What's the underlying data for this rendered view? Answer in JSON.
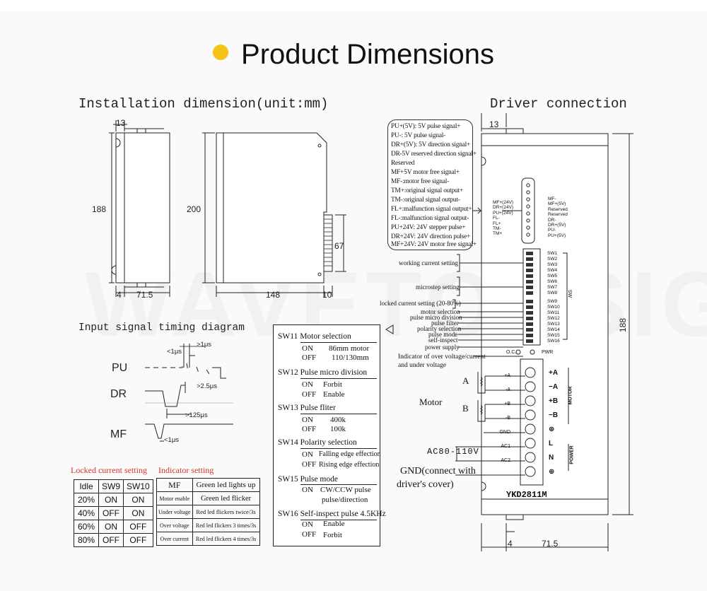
{
  "header": {
    "title": "Product Dimensions",
    "accent": "#f5c218"
  },
  "watermark": "WAVETOPSIGN",
  "sections": {
    "installation": "Installation dimension(unit:mm)",
    "driver": "Driver connection",
    "timing": "Input signal timing diagram"
  },
  "install_dims": {
    "d13": "13",
    "d188": "188",
    "d4": "4",
    "d71_5": "71.5",
    "d200": "200",
    "d148": "148",
    "d10": "10",
    "d67": "67"
  },
  "timing": {
    "pu": "PU",
    "dr": "DR",
    "mf": "MF",
    "t1": "<1μs",
    "t2": ">1μs",
    "t3": ">2.5μs",
    "t4": ">125μs",
    "t5": "<1μs"
  },
  "locked_current": {
    "heading": "Locked current setting",
    "header": [
      "Idle",
      "SW9",
      "SW10"
    ],
    "rows": [
      [
        "20%",
        "ON",
        "ON"
      ],
      [
        "40%",
        "OFF",
        "ON"
      ],
      [
        "60%",
        "ON",
        "OFF"
      ],
      [
        "80%",
        "OFF",
        "OFF"
      ]
    ]
  },
  "indicator": {
    "heading": "Indicator setting",
    "rows": [
      [
        "MF",
        "Green led lights up"
      ],
      [
        "Motor enable",
        "Green led flicker"
      ],
      [
        "Under voltage",
        "Red led flickers twice/3s"
      ],
      [
        "Over voltage",
        "Red led flickers 3 times/3s"
      ],
      [
        "Over current",
        "Red led flickers 4 times/3s"
      ]
    ]
  },
  "switches": [
    {
      "code": "SW11",
      "name": "Motor selection",
      "options": [
        [
          "ON",
          "86mm motor"
        ],
        [
          "OFF",
          "110/130mm"
        ]
      ]
    },
    {
      "code": "SW12",
      "name": "Pulse micro division",
      "options": [
        [
          "ON",
          "Forbit"
        ],
        [
          "OFF",
          "Enable"
        ]
      ]
    },
    {
      "code": "SW13",
      "name": "Pulse fliter",
      "options": [
        [
          "ON",
          "400k"
        ],
        [
          "OFF",
          "100k"
        ]
      ]
    },
    {
      "code": "SW14",
      "name": "Polarity selection",
      "options": [
        [
          "ON",
          "Falling edge effection"
        ],
        [
          "OFF",
          "Rising edge effection"
        ]
      ]
    },
    {
      "code": "SW15",
      "name": "Pulse mode",
      "options": [
        [
          "ON",
          "CW/CCW pulse"
        ],
        [
          "",
          "pulse/direction"
        ]
      ]
    },
    {
      "code": "SW16",
      "name": "Self-inspect pulse 4.5KHz",
      "options": [
        [
          "ON",
          "Enable"
        ],
        [
          "OFF",
          "Forbit"
        ]
      ]
    }
  ],
  "signals": [
    "PU+(5V): 5V pulse signal+",
    "PU-: 5V pulse signal-",
    "DR+(5V): 5V direction signal+",
    "DR-5V reserved direction signal+",
    "Reserved",
    "MF+5V motor free signal+",
    "MF-:motor free signal-",
    "TM+:original signal output+",
    "TM-:original signal output-",
    "FL+:malfunction signal output+",
    "FL-:malfunction signal output-",
    "PU+24V: 24V stepper pulse+",
    "DR+24V: 24V direction pulse+",
    "MF+24V: 24V motor free signal+"
  ],
  "connector_left": [
    "MF+(24V)",
    "DR+(24V)",
    "PU+(24V)",
    "FL-",
    "FL+",
    "TM-",
    "TM+"
  ],
  "connector_right": [
    "MF-",
    "MF+(5V)",
    "Reserved",
    "Reserved",
    "DR-",
    "DR+(5V)",
    "PU-",
    "PU+(5V)"
  ],
  "dip_labels": [
    "SW1",
    "SW2",
    "SW3",
    "SW4",
    "SW5",
    "SW6",
    "SW7",
    "SW8",
    "SW9",
    "SW10",
    "SW11",
    "SW12",
    "SW13",
    "SW14",
    "SW15",
    "SW16"
  ],
  "dip_group": "SW",
  "callouts": {
    "working": "working current setting",
    "micro": "microstep setting",
    "locked": "locked current setting (20-80%)",
    "motor_sel": "motor selection",
    "pulse_micro": "pulse micro division",
    "pulse_filter": "pulse filter",
    "polarity": "polarity selection",
    "pulse_mode": "pulse mode",
    "self_inspect": "self-inspect",
    "power_supply": "power supply",
    "indicator1": "Indicator of over voltage/current",
    "indicator2": "and under voltage"
  },
  "leds": {
    "oc": "O.C.",
    "pwr": "PWR"
  },
  "terminals": {
    "left": [
      "+A",
      "-A",
      "+B",
      "-B",
      "GND",
      "AC1",
      "AC2",
      ""
    ],
    "right": [
      "+A",
      "−A",
      "+B",
      "−B",
      "⊕",
      "L",
      "N",
      "⊕"
    ],
    "motor_group": "MOTOR",
    "power_group": "POWER"
  },
  "motor": {
    "label": "Motor",
    "a": "A",
    "b": "B"
  },
  "power": {
    "ac": "AC80-110V",
    "gnd1": "GND(connect with",
    "gnd2": "driver's cover)"
  },
  "model": "YKD2811M",
  "driver_dims": {
    "d13": "13",
    "d188": "188",
    "d4": "4",
    "d71_5": "71.5"
  }
}
